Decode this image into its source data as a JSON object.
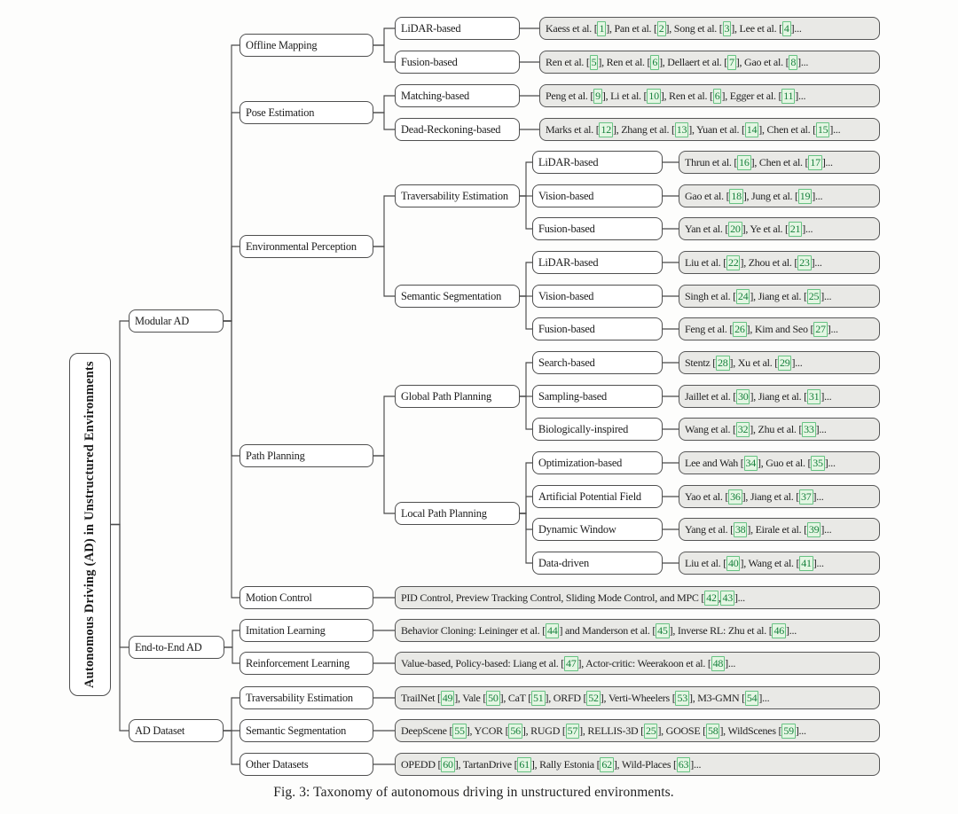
{
  "figure_caption": "Fig. 3: Taxonomy of autonomous driving in unstructured environments.",
  "root": {
    "label": "Autonomous Driving (AD) in Unstructured Environments"
  },
  "branches": [
    {
      "label": "Modular AD",
      "children": [
        {
          "label": "Offline Mapping",
          "children": [
            {
              "label": "LiDAR-based",
              "citations": "Kaess et al. [1], Pan et al. [2], Song et al. [3], Lee et al. [4]..."
            },
            {
              "label": "Fusion-based",
              "citations": "Ren et al. [5], Ren et al. [6], Dellaert et al. [7], Gao et al. [8]..."
            }
          ]
        },
        {
          "label": "Pose Estimation",
          "children": [
            {
              "label": "Matching-based",
              "citations": "Peng et al. [9], Li et al. [10], Ren et al. [6], Egger et al. [11]..."
            },
            {
              "label": "Dead-Reckoning-based",
              "citations": "Marks et al. [12], Zhang et al. [13], Yuan et al. [14], Chen et al. [15]..."
            }
          ]
        },
        {
          "label": "Environmental Perception",
          "children": [
            {
              "label": "Traversability Estimation",
              "children": [
                {
                  "label": "LiDAR-based",
                  "citations": "Thrun et al. [16], Chen et al. [17]..."
                },
                {
                  "label": "Vision-based",
                  "citations": "Gao et al. [18], Jung et al. [19]..."
                },
                {
                  "label": "Fusion-based",
                  "citations": "Yan et al. [20], Ye et al. [21]..."
                }
              ]
            },
            {
              "label": "Semantic Segmentation",
              "children": [
                {
                  "label": "LiDAR-based",
                  "citations": "Liu et al. [22], Zhou et al. [23]..."
                },
                {
                  "label": "Vision-based",
                  "citations": "Singh et al. [24], Jiang et al. [25]..."
                },
                {
                  "label": "Fusion-based",
                  "citations": "Feng et al. [26], Kim and Seo [27]..."
                }
              ]
            }
          ]
        },
        {
          "label": "Path Planning",
          "children": [
            {
              "label": "Global Path Planning",
              "children": [
                {
                  "label": "Search-based",
                  "citations": "Stentz [28], Xu et al. [29]..."
                },
                {
                  "label": "Sampling-based",
                  "citations": "Jaillet et al. [30], Jiang et al. [31]..."
                },
                {
                  "label": "Biologically-inspired",
                  "citations": "Wang et al. [32], Zhu et al. [33]..."
                }
              ]
            },
            {
              "label": "Local Path Planning",
              "children": [
                {
                  "label": "Optimization-based",
                  "citations": "Lee and Wah [34], Guo et al. [35]..."
                },
                {
                  "label": "Artificial Potential Field",
                  "citations": "Yao et al. [36], Jiang et al. [37]..."
                },
                {
                  "label": "Dynamic Window",
                  "citations": "Yang et al. [38], Eirale et al. [39]..."
                },
                {
                  "label": "Data-driven",
                  "citations": "Liu et al. [40], Wang et al. [41]..."
                }
              ]
            }
          ]
        },
        {
          "label": "Motion Control",
          "citations": "PID Control, Preview Tracking Control, Sliding Mode Control, and MPC [42, 43]..."
        }
      ]
    },
    {
      "label": "End-to-End AD",
      "children": [
        {
          "label": "Imitation Learning",
          "citations": "Behavior Cloning: Leininger et al. [44] and Manderson et al. [45], Inverse RL: Zhu et al. [46]..."
        },
        {
          "label": "Reinforcement Learning",
          "citations": "Value-based, Policy-based: Liang et al. [47], Actor-critic: Weerakoon et al. [48]..."
        }
      ]
    },
    {
      "label": "AD Dataset",
      "children": [
        {
          "label": "Traversability Estimation",
          "citations": "TrailNet [49], Vale [50], CaT [51], ORFD [52], Verti-Wheelers [53], M3-GMN [54]..."
        },
        {
          "label": "Semantic Segmentation",
          "citations": "DeepScene [55], YCOR [56], RUGD [57], RELLIS-3D [25], GOOSE [58], WildScenes [59]..."
        },
        {
          "label": "Other Datasets",
          "citations": "OPEDD [60], TartanDrive [61], Rally Estonia [62], Wild-Places [63]..."
        }
      ]
    }
  ],
  "colors": {
    "node_fill": "#ffffff",
    "citation_box_fill": "#e9e9e6",
    "node_border": "#4f4f4f",
    "connector_line": "#4a4a4a",
    "citation_ref_green": "#17803c",
    "citation_ref_border": "#67c383",
    "citation_ref_fill": "#e4f6e3"
  }
}
